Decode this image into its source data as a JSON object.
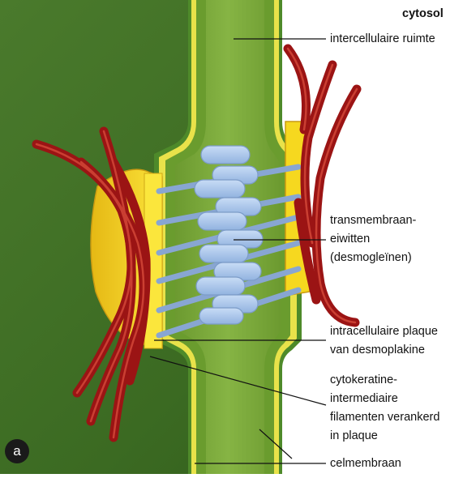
{
  "diagram": {
    "panel_letter": "a",
    "labels": {
      "cytosol": "cytosol",
      "intercellular_space": "intercellulaire ruimte",
      "transmembrane_proteins": [
        "transmembraan-",
        "eiwitten",
        "(desmogleïnen)"
      ],
      "intracellular_plaque": [
        "intracellulaire plaque",
        "van desmoplakine"
      ],
      "cytokeratin_filaments": [
        "cytokeratine-",
        "intermediaire",
        "filamenten verankerd",
        "in plaque"
      ],
      "cell_membrane": "celmembraan"
    },
    "colors": {
      "cytoplasm": "#3f6e25",
      "cytoplasm_dark": "#2e5419",
      "intercellular_space": "#7aa838",
      "membrane": "#f3e64a",
      "plaque": "#f2d21b",
      "plaque_shadow": "#c99a12",
      "protein": "#a9c6ec",
      "protein_edge": "#7c9cc8",
      "filament": "#a51919",
      "filament_highlight": "#d84a3a"
    }
  }
}
